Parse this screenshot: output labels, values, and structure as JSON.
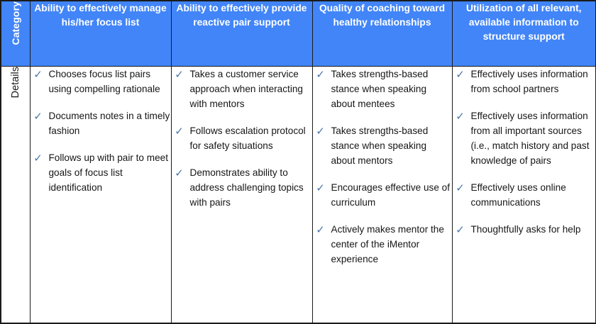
{
  "table": {
    "row_labels": {
      "category": "Category",
      "details": "Details"
    },
    "accent_color": "#4285f8",
    "check_color": "#4a76a8",
    "text_color": "#161616",
    "border_color": "#1a1a1a",
    "check_glyph": "✓",
    "columns": [
      {
        "header": "Ability to effectively manage his/her focus list",
        "items": [
          "Chooses focus list pairs using compelling rationale",
          "Documents notes in a timely fashion",
          "Follows up with pair to meet goals of focus list identification"
        ]
      },
      {
        "header": "Ability to effectively provide reactive pair support",
        "items": [
          "Takes a customer service approach when interacting with mentors",
          "Follows escalation protocol for safety situations",
          "Demonstrates ability to address challenging topics with pairs"
        ]
      },
      {
        "header": "Quality of coaching toward healthy relationships",
        "items": [
          "Takes strengths-based stance when speaking about mentees",
          "Takes strengths-based stance when speaking about mentors",
          "Encourages effective use of curriculum",
          "Actively makes mentor the center of the iMentor experience"
        ]
      },
      {
        "header": "Utilization of all relevant, available information to structure support",
        "items": [
          "Effectively uses information from school partners",
          "Effectively uses information from all important sources (i.e., match history and past knowledge of pairs",
          "Effectively uses online communications",
          "Thoughtfully asks for help"
        ]
      }
    ]
  }
}
